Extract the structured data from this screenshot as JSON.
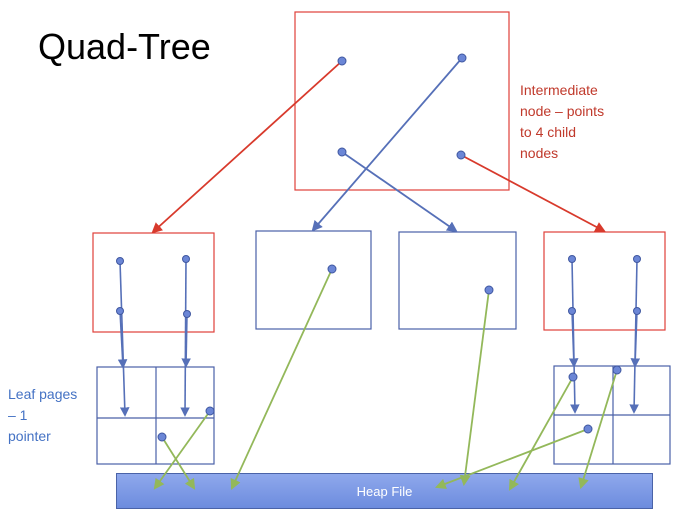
{
  "title": "Quad-Tree",
  "intermediate_note": [
    "Intermediate",
    "node – points",
    "to 4 child",
    "nodes"
  ],
  "leaf_note": [
    "Leaf pages",
    "– 1",
    "pointer"
  ],
  "heap_label": "Heap File",
  "colors": {
    "intermediate_border": "#e0403a",
    "leaf_border": "#4a60a8",
    "pointer_red": "#d83a2c",
    "pointer_blue": "#5670b8",
    "pointer_green": "#93b85a",
    "dot": "#6b86d6",
    "heap_fill": "#7b97e3"
  }
}
